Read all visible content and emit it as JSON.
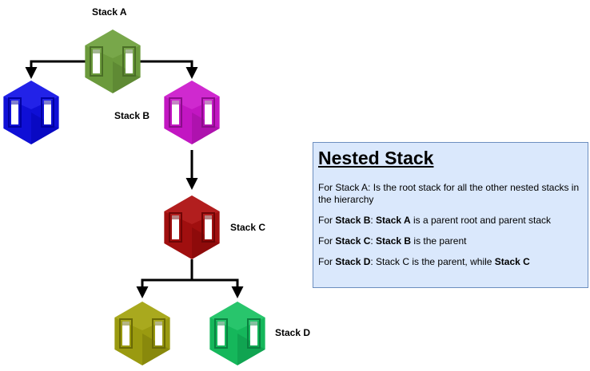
{
  "nodes": [
    {
      "id": "a",
      "label": "Stack A",
      "color": "#6b9a3c",
      "dark": "#4a6e26",
      "light": "#8ab85a"
    },
    {
      "id": "left",
      "label": "",
      "color": "#0f0fd6",
      "dark": "#0000a0",
      "light": "#3a3aff"
    },
    {
      "id": "b",
      "label": "Stack B",
      "color": "#c216c2",
      "dark": "#8a0c8a",
      "light": "#e040e0"
    },
    {
      "id": "c",
      "label": "Stack C",
      "color": "#a00f0f",
      "dark": "#6e0505",
      "light": "#c83030"
    },
    {
      "id": "e",
      "label": "",
      "color": "#9a9a10",
      "dark": "#6a6a05",
      "light": "#bcbc30"
    },
    {
      "id": "d",
      "label": "Stack D",
      "color": "#15b75b",
      "dark": "#0a8040",
      "light": "#40d880"
    }
  ],
  "info": {
    "title": "Nested Stack",
    "lines": [
      [
        {
          "t": "For Stack A: Is the root stack for all the other nested stacks in the hierarchy",
          "b": false
        }
      ],
      [
        {
          "t": "For ",
          "b": false
        },
        {
          "t": "Stack B",
          "b": true
        },
        {
          "t": ": ",
          "b": false
        },
        {
          "t": "Stack A",
          "b": true
        },
        {
          "t": " is a parent  root  and parent stack",
          "b": false
        }
      ],
      [
        {
          "t": "For ",
          "b": false
        },
        {
          "t": "Stack C",
          "b": true
        },
        {
          "t": ": ",
          "b": false
        },
        {
          "t": "Stack B",
          "b": true
        },
        {
          "t": "  is the parent",
          "b": false
        }
      ],
      [
        {
          "t": "For ",
          "b": false
        },
        {
          "t": "Stack D",
          "b": true
        },
        {
          "t": ": Stack C is the parent, while ",
          "b": false
        },
        {
          "t": "Stack C",
          "b": true
        }
      ]
    ]
  }
}
